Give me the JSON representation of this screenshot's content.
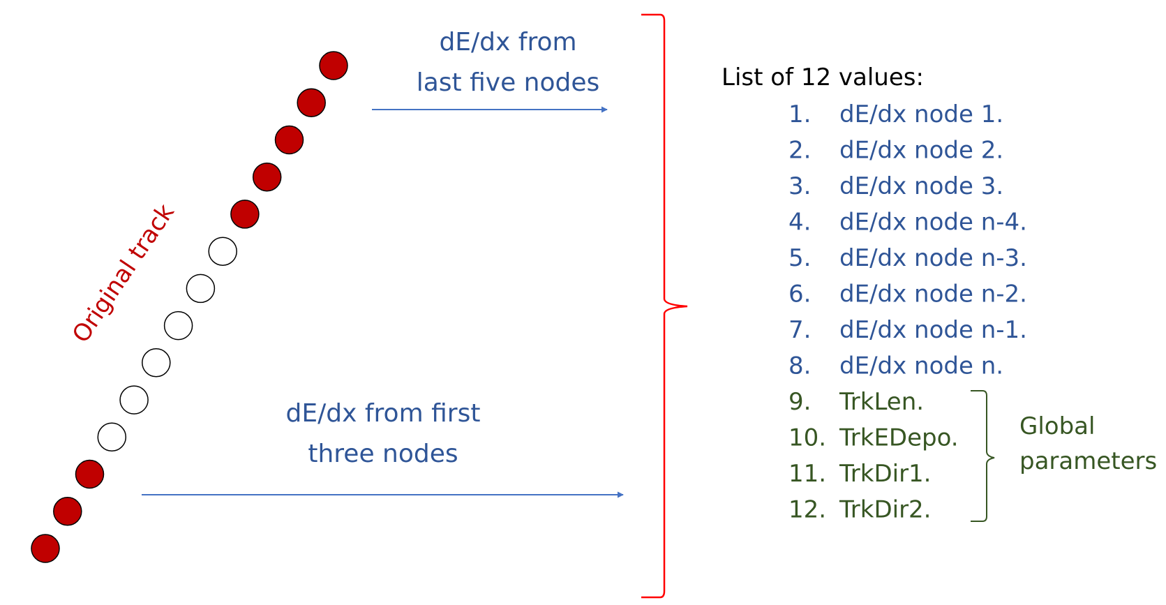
{
  "track": {
    "label": "Original track",
    "nodes": [
      {
        "filled": true
      },
      {
        "filled": true
      },
      {
        "filled": true
      },
      {
        "filled": false
      },
      {
        "filled": false
      },
      {
        "filled": false
      },
      {
        "filled": false
      },
      {
        "filled": false
      },
      {
        "filled": false
      },
      {
        "filled": true
      },
      {
        "filled": true
      },
      {
        "filled": true
      },
      {
        "filled": true
      },
      {
        "filled": true
      }
    ]
  },
  "arrows": {
    "top": {
      "line1": "dE/dx from",
      "line2": "last five nodes"
    },
    "bottom": {
      "line1": "dE/dx from first",
      "line2": "three nodes"
    }
  },
  "list": {
    "title": "List of 12 values:",
    "items": [
      {
        "num": "1.",
        "text": "dE/dx node 1.",
        "group": "dedx"
      },
      {
        "num": "2.",
        "text": "dE/dx node 2.",
        "group": "dedx"
      },
      {
        "num": "3.",
        "text": "dE/dx node 3.",
        "group": "dedx"
      },
      {
        "num": "4.",
        "text": "dE/dx node n-4.",
        "group": "dedx"
      },
      {
        "num": "5.",
        "text": "dE/dx node n-3.",
        "group": "dedx"
      },
      {
        "num": "6.",
        "text": "dE/dx node n-2.",
        "group": "dedx"
      },
      {
        "num": "7.",
        "text": "dE/dx node n-1.",
        "group": "dedx"
      },
      {
        "num": "8.",
        "text": "dE/dx node n.",
        "group": "dedx"
      },
      {
        "num": "9.",
        "text": "TrkLen.",
        "group": "global"
      },
      {
        "num": "10.",
        "text": "TrkEDepo.",
        "group": "global"
      },
      {
        "num": "11.",
        "text": "TrkDir1.",
        "group": "global"
      },
      {
        "num": "12.",
        "text": "TrkDir2.",
        "group": "global"
      }
    ],
    "global_label": {
      "line1": "Global",
      "line2": "parameters"
    }
  },
  "colors": {
    "node_fill": "#C00000",
    "node_stroke": "#000000",
    "track_label": "#C00000",
    "arrow": "#4472C4",
    "arrow_text": "#2F5597",
    "brace_red": "#FF0000",
    "list_blue": "#2F5597",
    "list_green": "#375623",
    "title": "#000000"
  }
}
